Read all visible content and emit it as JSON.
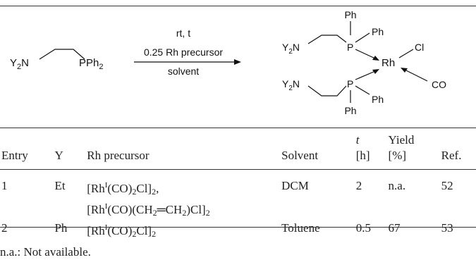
{
  "scheme": {
    "reactant": {
      "y2n": "Y",
      "n_sub": "2",
      "n": "N",
      "pph": "PPh",
      "pph_sub": "2"
    },
    "conditions": [
      "rt, t",
      "0.25 Rh precursor",
      "solvent"
    ],
    "product": {
      "ph_top": "Ph",
      "ph_top_right": "Ph",
      "y2n_top": "Y",
      "y2n_top_sub": "2",
      "y2n_top_n": "N",
      "p_top": "P",
      "rh": "Rh",
      "cl": "Cl",
      "co": "CO",
      "y2n_bot": "Y",
      "y2n_bot_sub": "2",
      "y2n_bot_n": "N",
      "p_bot": "P",
      "ph_bot_right": "Ph",
      "ph_bot": "Ph"
    }
  },
  "table": {
    "headers": {
      "entry": "Entry",
      "y": "Y",
      "rh": "Rh precursor",
      "solvent": "Solvent",
      "t": "t",
      "t_unit": "[h]",
      "yield": "Yield",
      "yield_unit": "[%]",
      "ref": "Ref."
    },
    "rows": [
      {
        "entry": "1",
        "y": "Et",
        "rh_line1": {
          "a": "[Rh",
          "sup": "I",
          "b": "(CO)",
          "s1": "2",
          "c": "Cl]",
          "s2": "2",
          "d": ","
        },
        "rh_line2": {
          "a": "[Rh",
          "sup": "I",
          "b": "(CO)(CH",
          "s1": "2",
          "c": "═CH",
          "s2": "2",
          "d": ")Cl]",
          "s3": "2"
        },
        "solvent": "DCM",
        "t": "2",
        "yield": "n.a.",
        "ref": "52"
      },
      {
        "entry": "2",
        "y": "Ph",
        "rh_line1": {
          "a": "[Rh",
          "sup": "I",
          "b": "(CO)",
          "s1": "2",
          "c": "Cl]",
          "s2": "2",
          "d": ""
        },
        "solvent": "Toluene",
        "t": "0.5",
        "yield": "67",
        "ref": "53"
      }
    ]
  },
  "footnote": "n.a.: Not available."
}
